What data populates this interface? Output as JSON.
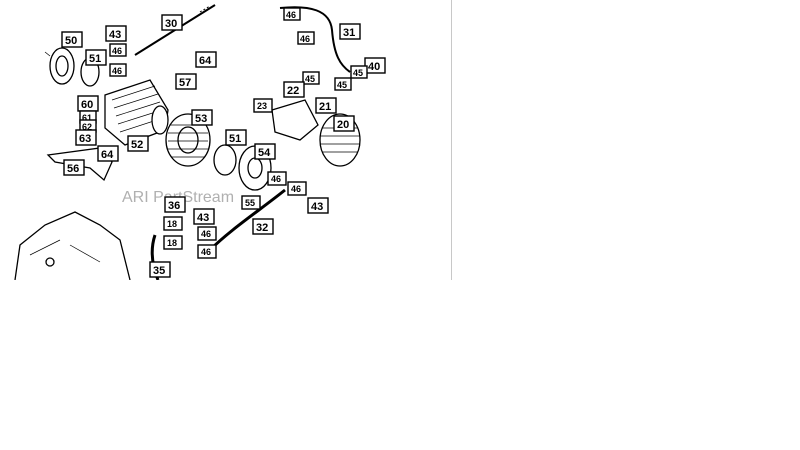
{
  "diagram": {
    "watermark": "ARI PartStream",
    "callouts": [
      {
        "id": "c30",
        "label": "30"
      },
      {
        "id": "c43a",
        "label": "43"
      },
      {
        "id": "c46a",
        "label": "46"
      },
      {
        "id": "c46b",
        "label": "46"
      },
      {
        "id": "c50",
        "label": "50"
      },
      {
        "id": "c51a",
        "label": "51"
      },
      {
        "id": "c64a",
        "label": "64"
      },
      {
        "id": "c57",
        "label": "57"
      },
      {
        "id": "c60",
        "label": "60"
      },
      {
        "id": "c61",
        "label": "61"
      },
      {
        "id": "c62",
        "label": "62"
      },
      {
        "id": "c63",
        "label": "63"
      },
      {
        "id": "c53",
        "label": "53"
      },
      {
        "id": "c52",
        "label": "52"
      },
      {
        "id": "c51b",
        "label": "51"
      },
      {
        "id": "c64b",
        "label": "64"
      },
      {
        "id": "c56",
        "label": "56"
      },
      {
        "id": "c46c",
        "label": "46"
      },
      {
        "id": "c46d",
        "label": "46"
      },
      {
        "id": "c31",
        "label": "31"
      },
      {
        "id": "c40",
        "label": "40"
      },
      {
        "id": "c45a",
        "label": "45"
      },
      {
        "id": "c45b",
        "label": "45"
      },
      {
        "id": "c45c",
        "label": "45"
      },
      {
        "id": "c22",
        "label": "22"
      },
      {
        "id": "c23",
        "label": "23"
      },
      {
        "id": "c21",
        "label": "21"
      },
      {
        "id": "c20",
        "label": "20"
      },
      {
        "id": "c54",
        "label": "54"
      },
      {
        "id": "c46e",
        "label": "46"
      },
      {
        "id": "c46f",
        "label": "46"
      },
      {
        "id": "c43b",
        "label": "43"
      },
      {
        "id": "c55",
        "label": "55"
      },
      {
        "id": "c36",
        "label": "36"
      },
      {
        "id": "c18a",
        "label": "18"
      },
      {
        "id": "c18b",
        "label": "18"
      },
      {
        "id": "c43c",
        "label": "43"
      },
      {
        "id": "c46g",
        "label": "46"
      },
      {
        "id": "c46h",
        "label": "46"
      },
      {
        "id": "c32",
        "label": "32"
      },
      {
        "id": "c35",
        "label": "35"
      }
    ]
  }
}
